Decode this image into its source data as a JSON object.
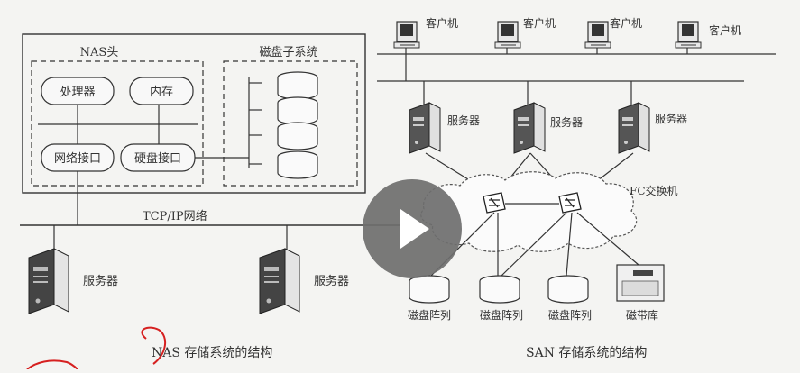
{
  "nas": {
    "head_label": "NAS头",
    "disk_subsystem_label": "磁盘子系统",
    "processor": "处理器",
    "memory": "内存",
    "network_interface": "网络接口",
    "disk_interface": "硬盘接口",
    "network_label": "TCP/IP网络",
    "server_left": "服务器",
    "server_right": "服务器",
    "caption": "NAS 存储系统的结构"
  },
  "san": {
    "clients": [
      "客户机",
      "客户机",
      "客户机",
      "客户机"
    ],
    "servers": [
      "服务器",
      "服务器",
      "服务器"
    ],
    "fc_switch": "FC交换机",
    "storage": [
      "磁盘阵列",
      "磁盘阵列",
      "磁盘阵列",
      "磁带库"
    ],
    "caption": "SAN 存储系统的结构"
  },
  "player": {
    "play_icon": "play-icon",
    "overlay_color": "#6e6e6e"
  },
  "colors": {
    "annotation": "#d62020",
    "line": "#3a3a3a",
    "background": "#f4f4f2"
  }
}
